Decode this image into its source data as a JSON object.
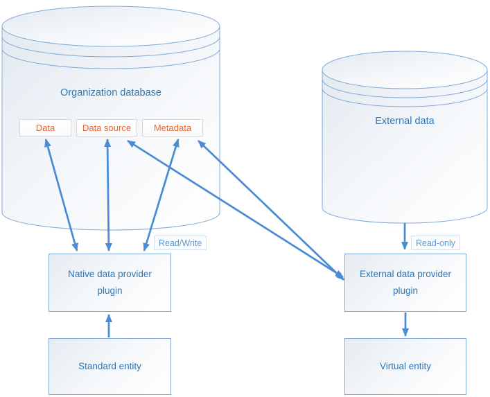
{
  "colors": {
    "arrow_blue": "#4a8bd4",
    "shape_border_blue": "#7fa8d8",
    "text_blue": "#2e75b6",
    "table_text_orange": "#e8652c",
    "annotation_text_blue": "#5b9bd5",
    "table_border_gray": "#d9d9d9",
    "fill_gradient_start": "#e6ebf2",
    "fill_gradient_end": "#ffffff"
  },
  "diagram": {
    "org_database": {
      "label": "Organization database",
      "tables": [
        {
          "label": "Data"
        },
        {
          "label": "Data source"
        },
        {
          "label": "Metadata"
        }
      ]
    },
    "external_database": {
      "label": "External data"
    },
    "native_plugin": {
      "label": "Native data provider plugin"
    },
    "external_plugin": {
      "label": "External data provider plugin"
    },
    "standard_entity": {
      "label": "Standard entity"
    },
    "virtual_entity": {
      "label": "Virtual entity"
    },
    "annotations": {
      "read_write": "Read/Write",
      "read_only": "Read-only"
    }
  }
}
